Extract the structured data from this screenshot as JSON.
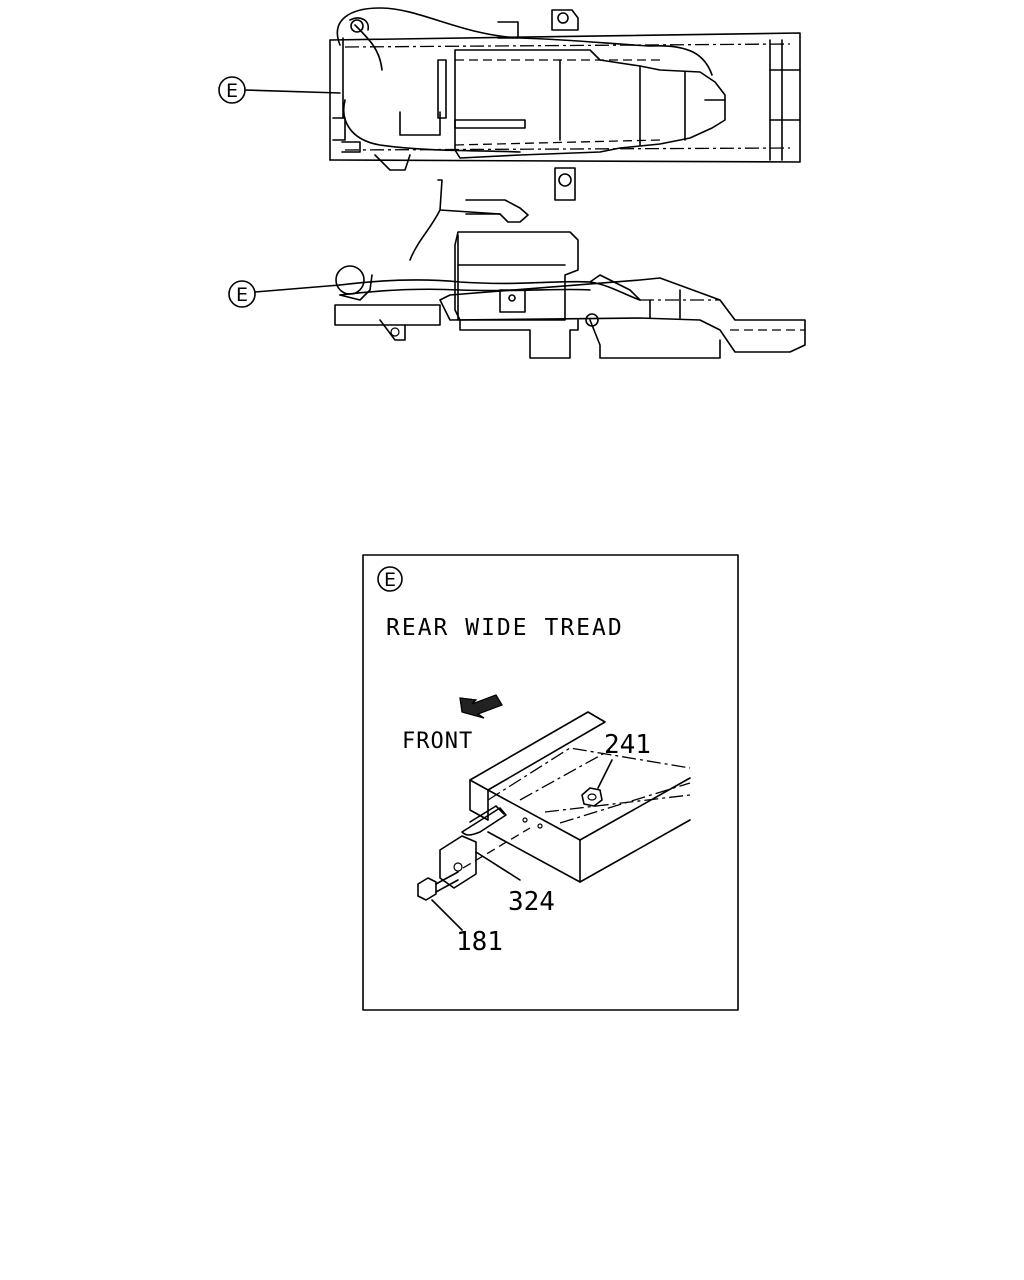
{
  "overview": {
    "top_view_callout": "E",
    "side_view_callout": "E"
  },
  "detail": {
    "callout": "E",
    "title": "REAR WIDE TREAD",
    "direction_label": "FRONT",
    "arrow_icon": "front-direction-arrow-icon",
    "parts": [
      {
        "number": "241"
      },
      {
        "number": "324"
      },
      {
        "number": "181"
      }
    ]
  }
}
